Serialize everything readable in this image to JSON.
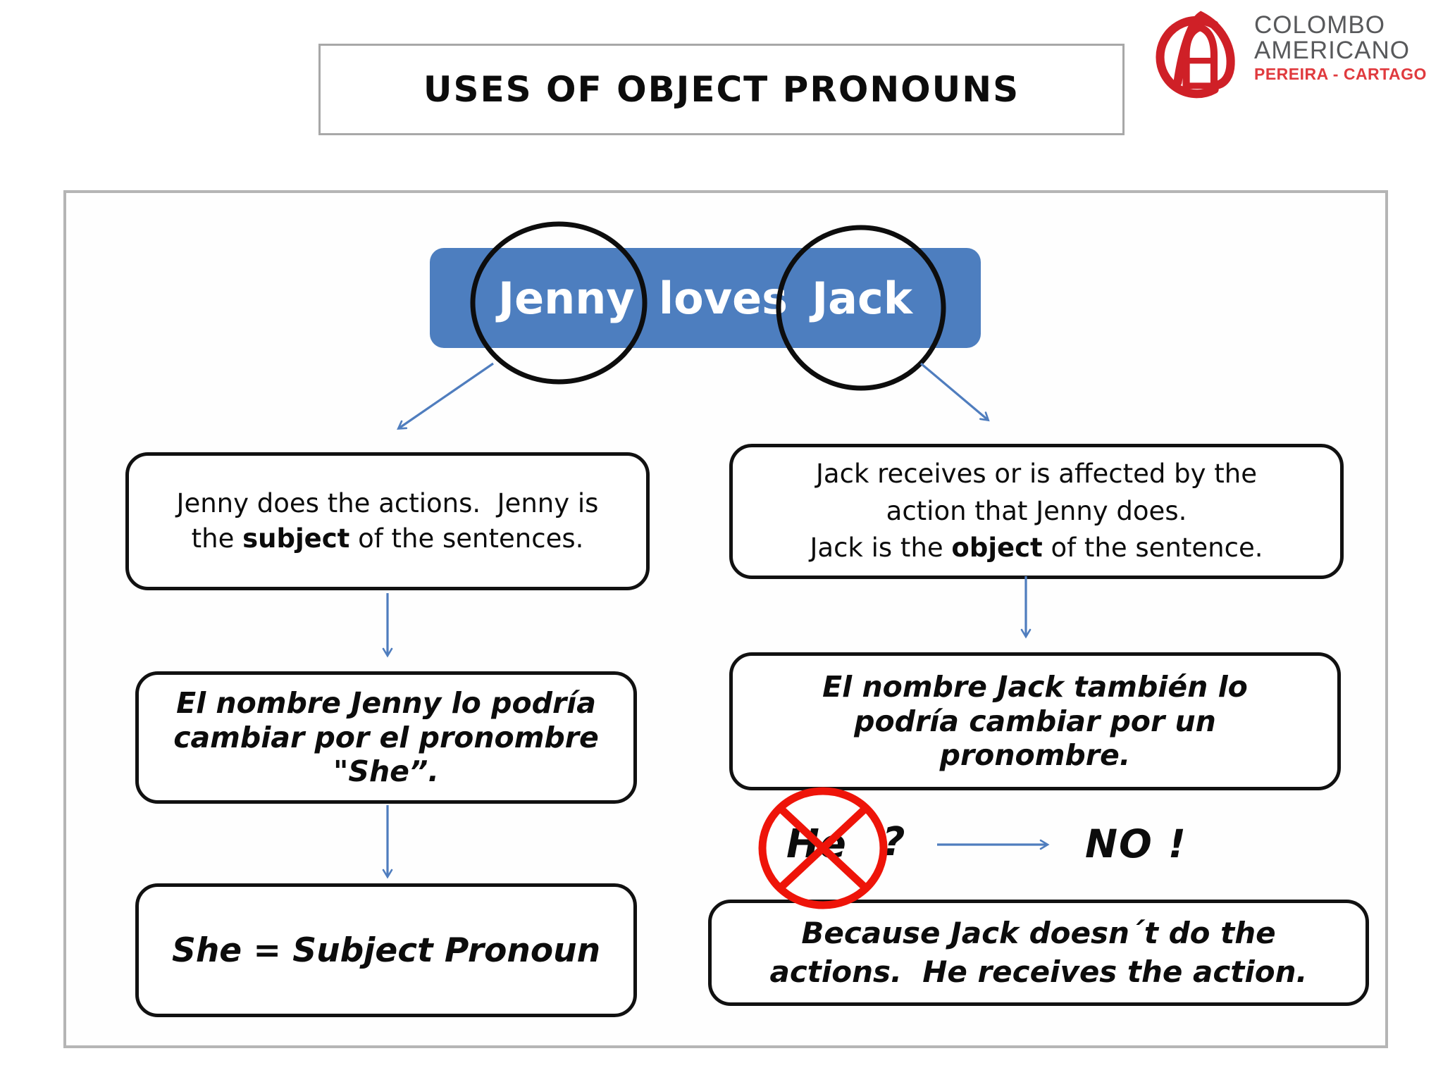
{
  "header": {
    "title": "USES OF OBJECT PRONOUNS",
    "logo": {
      "name1": "COLOMBO",
      "name2": "AMERICANO",
      "subtitle": "PEREIRA - CARTAGO",
      "mark_icon": "colombo-americano-monogram"
    }
  },
  "banner": {
    "word1": "Jenny",
    "word2": "loves",
    "word3": "Jack"
  },
  "left_column": {
    "subject_box": {
      "pre": "Jenny does the actions.  Jenny is the ",
      "bold": "subject",
      "post": " of the sentences."
    },
    "pronoun_box": {
      "pre": "El nombre Jenny lo podría cambiar por el pronombre \"",
      "bold": "She",
      "post": "”."
    },
    "result_box": "She = Subject Pronoun"
  },
  "right_column": {
    "object_box": {
      "line1": "Jack receives or is affected by the action that Jenny does.",
      "pre": "Jack is the ",
      "bold": "object",
      "post": " of the sentence."
    },
    "pronoun_box": "El nombre Jack también lo podría cambiar por un pronombre.",
    "rejected_pronoun": "He",
    "question_mark": "?",
    "no_label": "NO !",
    "because_box": "Because Jack doesn´t do the actions.  He receives the action.",
    "prohibition_icon": "no-symbol"
  },
  "colors": {
    "banner_blue": "#4d7ebf",
    "arrow_blue": "#4f7dbe",
    "prohibition_red": "#ee1409",
    "logo_red": "#cf2027",
    "logo_gray": "#58595b",
    "logo_sub_red": "#e03a3e",
    "box_border_black": "#111111",
    "frame_gray": "#b5b5b5"
  }
}
